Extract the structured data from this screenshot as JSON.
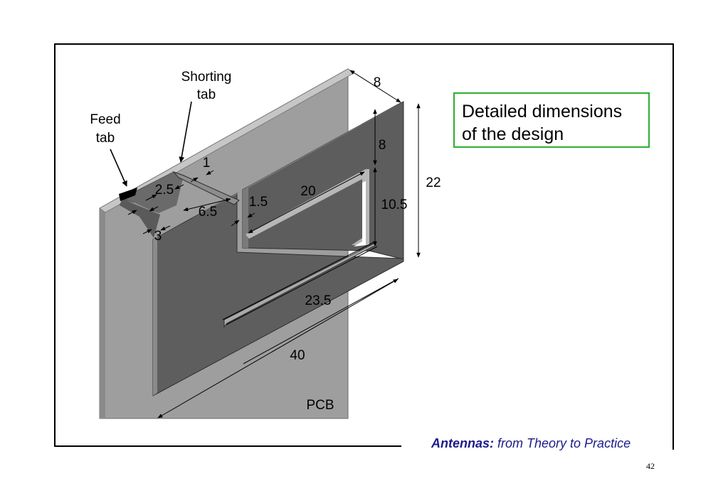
{
  "callout": {
    "line1": "Detailed dimensions",
    "line2": "of the design",
    "border_color": "#2eae2e"
  },
  "labels": {
    "shorting_tab_line1": "Shorting",
    "shorting_tab_line2": "tab",
    "feed_tab_line1": "Feed",
    "feed_tab_line2": "tab",
    "pcb": "PCB"
  },
  "dimensions": {
    "top_depth": "8",
    "upper_height": "8",
    "total_height": "22",
    "slot_height": "10.5",
    "slot_length": "20",
    "slot_width": "1.5",
    "shorting_gap": "1",
    "feed_width": "2.5",
    "tab_spacing": "6.5",
    "feed_offset": "3",
    "lower_slot_length": "23.5",
    "total_length": "40"
  },
  "footer": {
    "title_bold": "Antennas:",
    "subtitle": " from Theory to Practice",
    "color": "#1b1b8a"
  },
  "page_number": "42"
}
